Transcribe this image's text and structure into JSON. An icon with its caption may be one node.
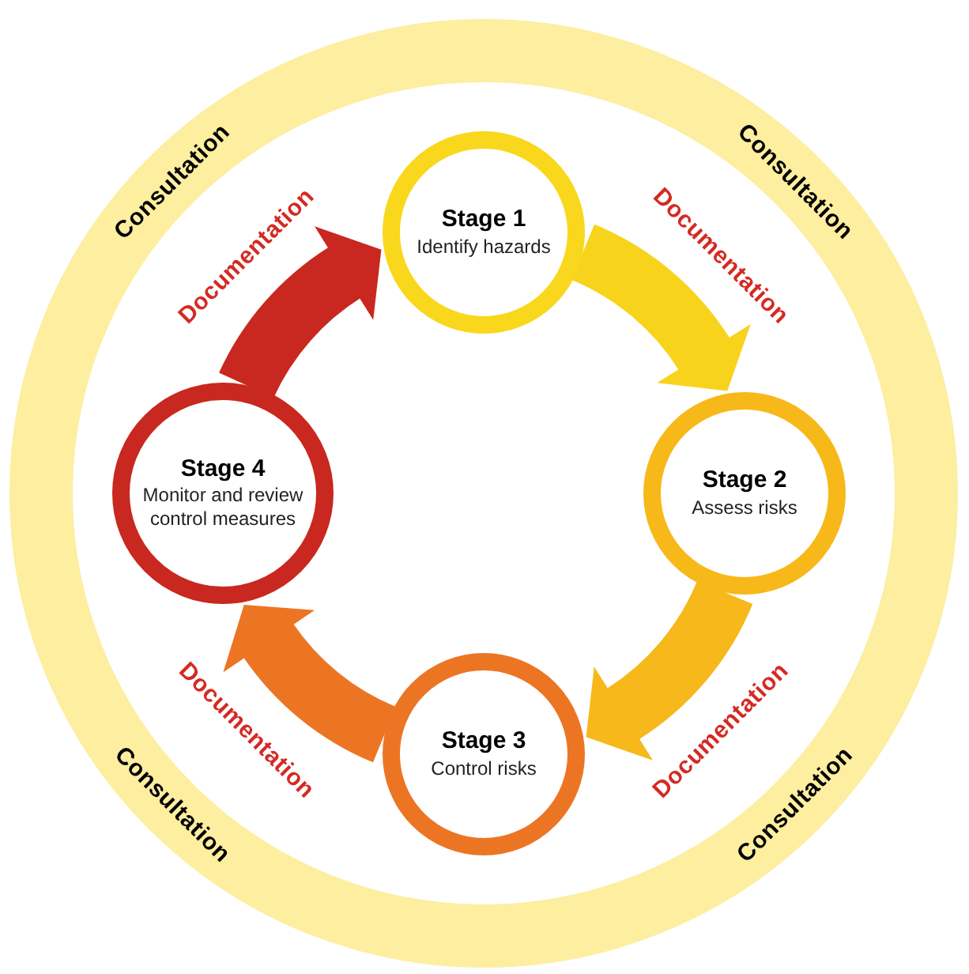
{
  "diagram": {
    "nodes": [
      {
        "text": [
          "Stage 1",
          "Identify hazards"
        ]
      },
      {
        "text": [
          "Stage 2",
          "Assess risks"
        ]
      },
      {
        "text": [
          "Stage 3",
          "Control risks"
        ]
      },
      {
        "text": [
          "Stage 4",
          "Monitor and review control measures"
        ]
      }
    ],
    "edges": [
      {
        "from": 0,
        "to": 1,
        "arrow": "to",
        "color": "#f8d31c"
      },
      {
        "from": 1,
        "to": 2,
        "arrow": "to",
        "color": "#f6b81a"
      },
      {
        "from": 2,
        "to": 3,
        "arrow": "to",
        "color": "#ec7524"
      },
      {
        "from": 3,
        "to": 0,
        "arrow": "to",
        "color": "#c8281f"
      }
    ],
    "labels": [
      "Consultation",
      "Consultation",
      "Documentation",
      "Documentation",
      "Documentation",
      "Documentation",
      "Consultation",
      "Consultation"
    ]
  }
}
